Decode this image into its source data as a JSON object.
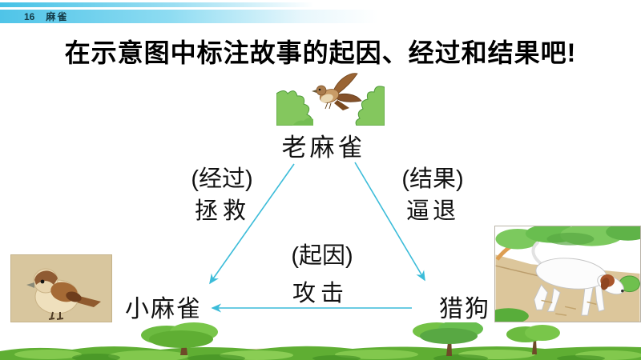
{
  "header": {
    "lesson_number": "16",
    "lesson_title": "麻雀"
  },
  "title": "在示意图中标注故事的起因、经过和结果吧!",
  "diagram": {
    "nodes": {
      "old_sparrow": "老麻雀",
      "little_sparrow": "小麻雀",
      "hound": "猎狗"
    },
    "edges": {
      "process": {
        "tag": "(经过)",
        "action": "拯救"
      },
      "result": {
        "tag": "(结果)",
        "action": "逼退"
      },
      "cause": {
        "tag": "(起因)",
        "action": "攻击"
      }
    },
    "arrow_color": "#3bbcd9"
  },
  "theme": {
    "header_cyan": "#4fc4e8",
    "title_color": "#000000",
    "grass_green": "#5fae33"
  },
  "images": {
    "old_sparrow": "flying-sparrow-between-bushes",
    "little_sparrow": "perched-sparrow-on-tan-background",
    "hound": "hunting-dog-sniffing-ground"
  }
}
